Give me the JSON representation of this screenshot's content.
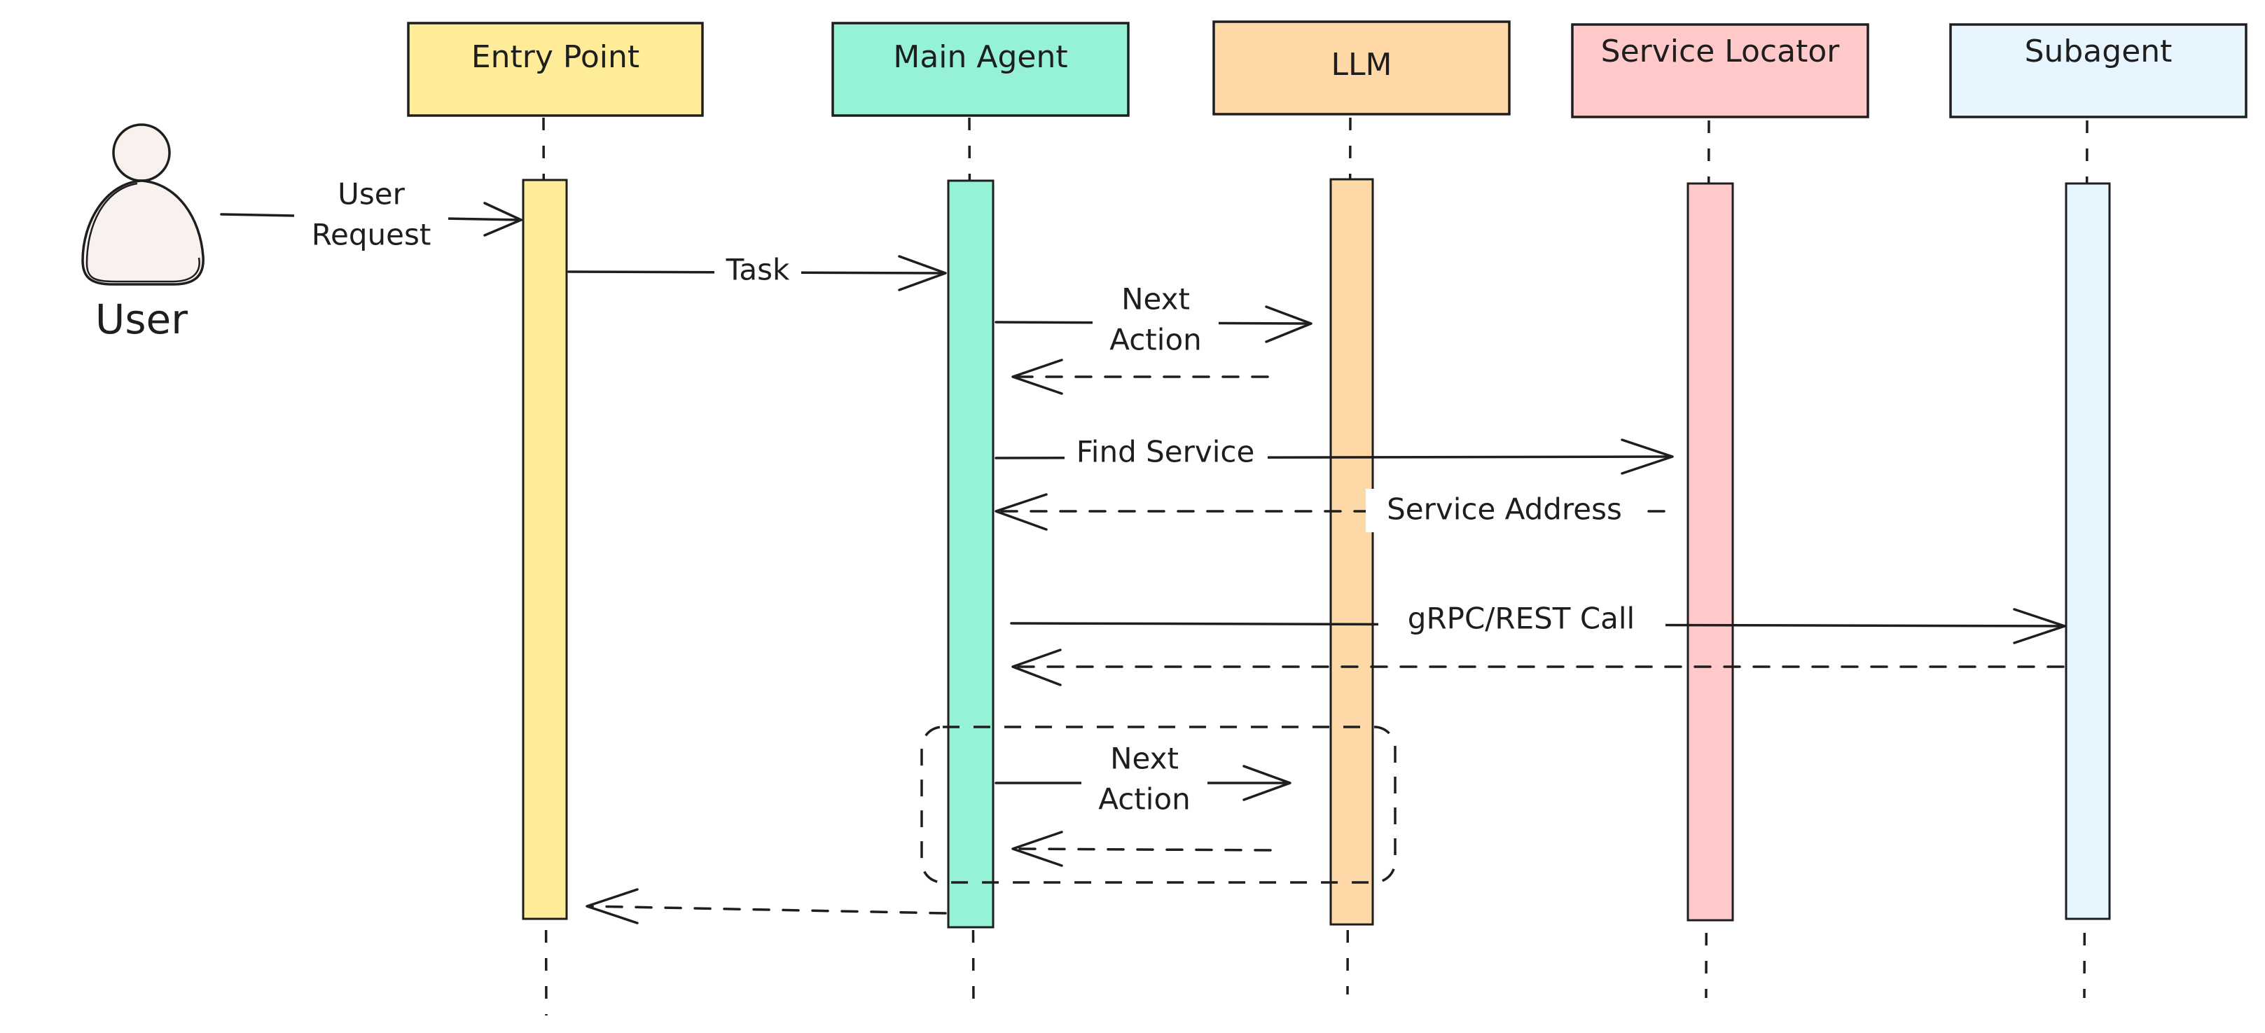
{
  "participants": [
    {
      "id": "entry",
      "label": "Entry Point",
      "color": "#ffec99"
    },
    {
      "id": "main",
      "label": "Main Agent",
      "color": "#96f2d7"
    },
    {
      "id": "llm",
      "label": "LLM",
      "color": "#ffd8a8"
    },
    {
      "id": "locator",
      "label": "Service Locator",
      "color": "#ffc9c9"
    },
    {
      "id": "subagent",
      "label": "Subagent",
      "color": "#e7f5ff"
    }
  ],
  "actor": {
    "label": "User",
    "color": "#f8f1ee"
  },
  "messages": [
    {
      "id": "user-request",
      "lines": [
        "User",
        "Request"
      ]
    },
    {
      "id": "task",
      "lines": [
        "Task"
      ]
    },
    {
      "id": "next-action-1",
      "lines": [
        "Next",
        "Action"
      ]
    },
    {
      "id": "find-service",
      "lines": [
        "Find Service"
      ]
    },
    {
      "id": "service-address",
      "lines": [
        "Service Address"
      ]
    },
    {
      "id": "grpc-rest-call",
      "lines": [
        "gRPC/REST Call"
      ]
    },
    {
      "id": "next-action-2",
      "lines": [
        "Next",
        "Action"
      ]
    }
  ]
}
